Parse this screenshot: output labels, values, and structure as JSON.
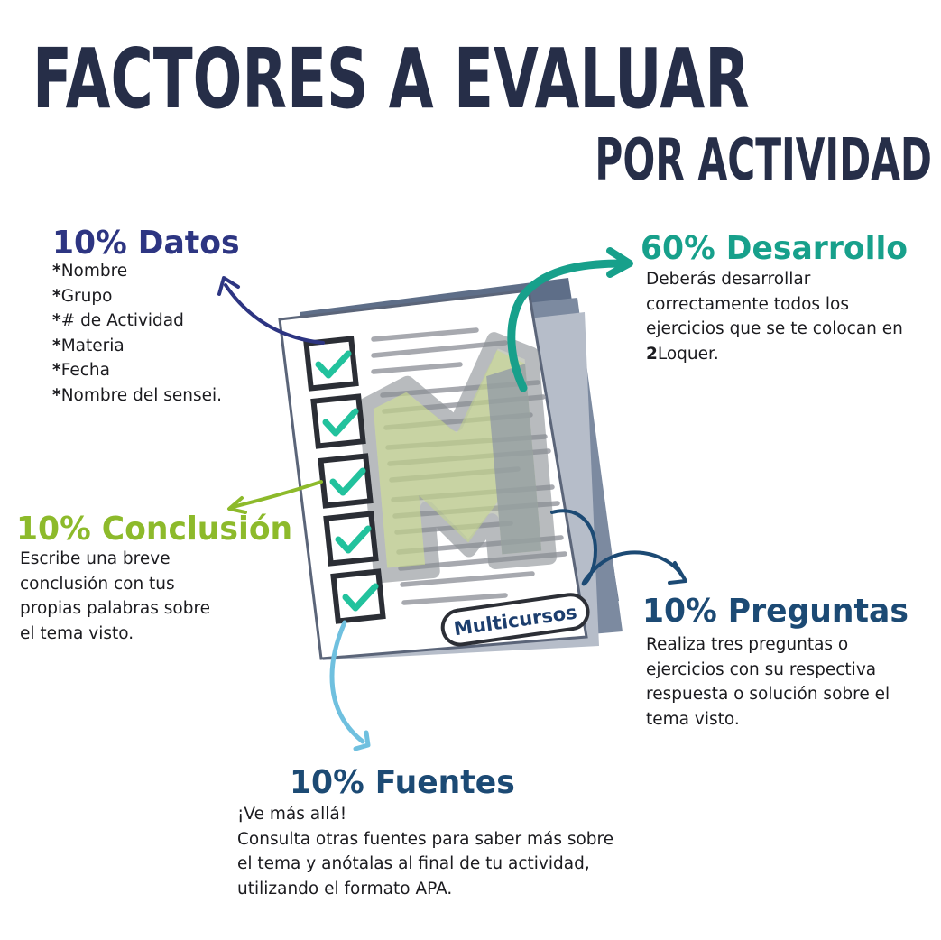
{
  "header": {
    "title": "FACTORES A EVALUAR",
    "subtitle": "POR ACTIVIDAD"
  },
  "datos": {
    "heading": "10% Datos",
    "items": [
      "Nombre",
      "Grupo",
      "# de Actividad",
      "Materia",
      "Fecha",
      "Nombre del sensei."
    ],
    "color": "#2d3582"
  },
  "desarrollo": {
    "heading": "60% Desarrollo",
    "text_before": "Deberás desarrollar correctamente todos los ejercicios que se te colocan en ",
    "text_bold": "2",
    "text_after": "Loquer.",
    "color": "#17a08b"
  },
  "conclusion": {
    "heading": "10% Conclusión",
    "text": "Escribe una breve conclusión con tus propias palabras sobre el tema visto.",
    "color": "#8dba2b"
  },
  "preguntas": {
    "heading": "10% Preguntas",
    "text": "Realiza tres preguntas o ejercicios con su respectiva respuesta o solución sobre el tema visto.",
    "color": "#1c4a74"
  },
  "fuentes": {
    "heading": "10% Fuentes",
    "line1": "¡Ve más allá!",
    "line2": "Consulta otras fuentes para saber más sobre el tema y anótalas al final de tu actividad, utilizando el formato APA.",
    "color": "#1c4a74"
  },
  "illustration": {
    "logo_text": "Multicursos",
    "checkbox_count": 5,
    "icons": [
      "checklist-document-icon",
      "checkmark-icon",
      "m-letter-icon",
      "curved-arrow-icon"
    ]
  }
}
